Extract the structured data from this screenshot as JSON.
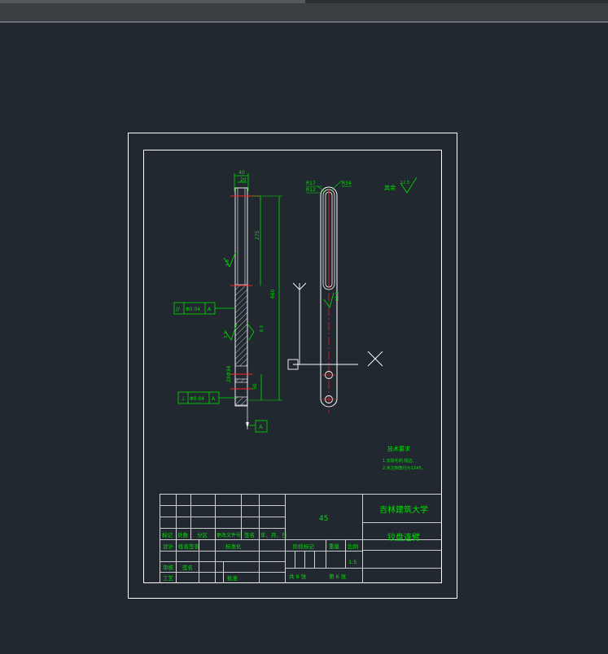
{
  "drawing": {
    "top_dims": {
      "overall_width": "40",
      "inner_width": "20"
    },
    "length_dims": {
      "slot_length": "275",
      "total_length": "660",
      "end_length": "50"
    },
    "hole_note": "2XΦ34",
    "roughness": {
      "r1": "1.6",
      "r2": "3.2",
      "r3": "6.3",
      "r4": "12.5",
      "r5": "12.5"
    },
    "radii": {
      "outer": "R17",
      "inner": "R12",
      "arc": "R34"
    },
    "tolerances": {
      "parallel": {
        "symbol": "//",
        "value": "Φ0.04",
        "datum": "A"
      },
      "perpendicular": {
        "symbol": "⊥",
        "value": "Φ0.04",
        "datum": "A"
      },
      "datum_label": "A"
    },
    "remaining_note": "其余",
    "axes": {
      "y": "Y",
      "x": "X"
    },
    "tech_requirements": {
      "title": "技术要求",
      "lines": [
        "1.去除毛刺,锐边。",
        "2.未注倒角均为1X45。"
      ]
    },
    "title_block": {
      "material": "45",
      "school": "吉林建筑大学",
      "part_name": "铰盘连臂",
      "header_row": [
        "标记",
        "处数",
        "分区",
        "更改文件号",
        "签名",
        "年、月、日"
      ],
      "design_label": "设计",
      "designer": "姓名签名",
      "standardize_label": "标准化",
      "review_label": "审核",
      "reviewer": "签名",
      "process_label": "工艺",
      "approve_label": "批准",
      "stage_label": "阶段标记",
      "weight_label": "重量",
      "scale_label": "比例",
      "scale_value": "1:5",
      "sheet_total": "共 8 张",
      "sheet_no": "第 6 张"
    }
  }
}
